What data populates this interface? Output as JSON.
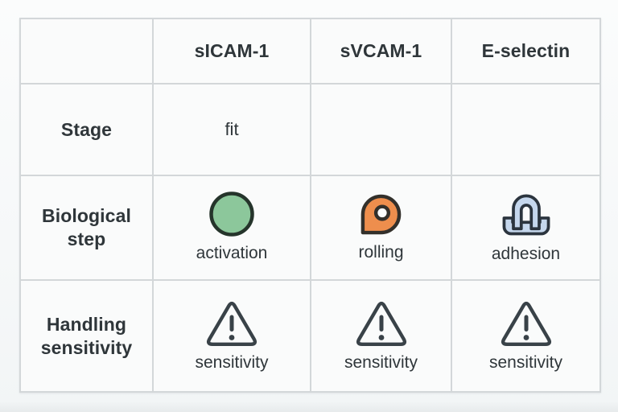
{
  "table": {
    "corner": "",
    "columns": [
      "sICAM-1",
      "sVCAM-1",
      "E-selectin"
    ],
    "rows": [
      {
        "header": "Stage",
        "cells": [
          "fit",
          "",
          ""
        ]
      },
      {
        "header": "Biological step",
        "cells": [
          {
            "icon": "activation-circle-icon",
            "label": "activation"
          },
          {
            "icon": "rolling-pin-icon",
            "label": "rolling"
          },
          {
            "icon": "adhesion-magnet-icon",
            "label": "adhesion"
          }
        ]
      },
      {
        "header": "Handling sensitivity",
        "cells": [
          {
            "icon": "warning-triangle-icon",
            "label": "sensitivity"
          },
          {
            "icon": "warning-triangle-icon",
            "label": "sensitivity"
          },
          {
            "icon": "warning-triangle-icon",
            "label": "sensitivity"
          }
        ]
      }
    ]
  },
  "colors": {
    "activation_fill": "#8cc79b",
    "activation_stroke": "#25342b",
    "rolling_fill": "#ee8e4d",
    "rolling_stroke": "#33302b",
    "rolling_hole_fill": "#fcfdfd",
    "adhesion_fill": "#c5d7ed",
    "adhesion_stroke": "#2b343e",
    "warning_stroke": "#394248",
    "grid_line": "#d3d7d9",
    "cell_bg": "#fafbfb",
    "text": "#2f363a"
  }
}
